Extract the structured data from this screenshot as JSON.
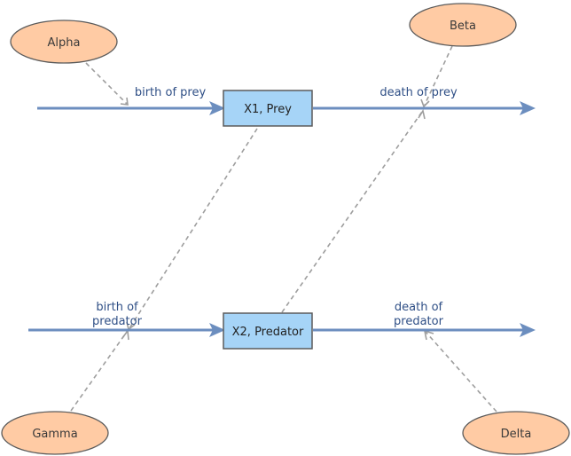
{
  "stocks": {
    "prey": "X1, Prey",
    "predator": "X2, Predator"
  },
  "flows": {
    "birth_of_prey": "birth of prey",
    "death_of_prey": "death of prey",
    "birth_of_predator": [
      "birth of",
      "predator"
    ],
    "death_of_predator": [
      "death of",
      "predator"
    ]
  },
  "auxiliaries": {
    "alpha": "Alpha",
    "beta": "Beta",
    "gamma": "Gamma",
    "delta": "Delta"
  },
  "colors": {
    "flow": "#6c8ebf",
    "stock_fill": "#a6d4f7",
    "auxiliary_fill": "#ffcba4",
    "link": "#9e9e9e"
  }
}
